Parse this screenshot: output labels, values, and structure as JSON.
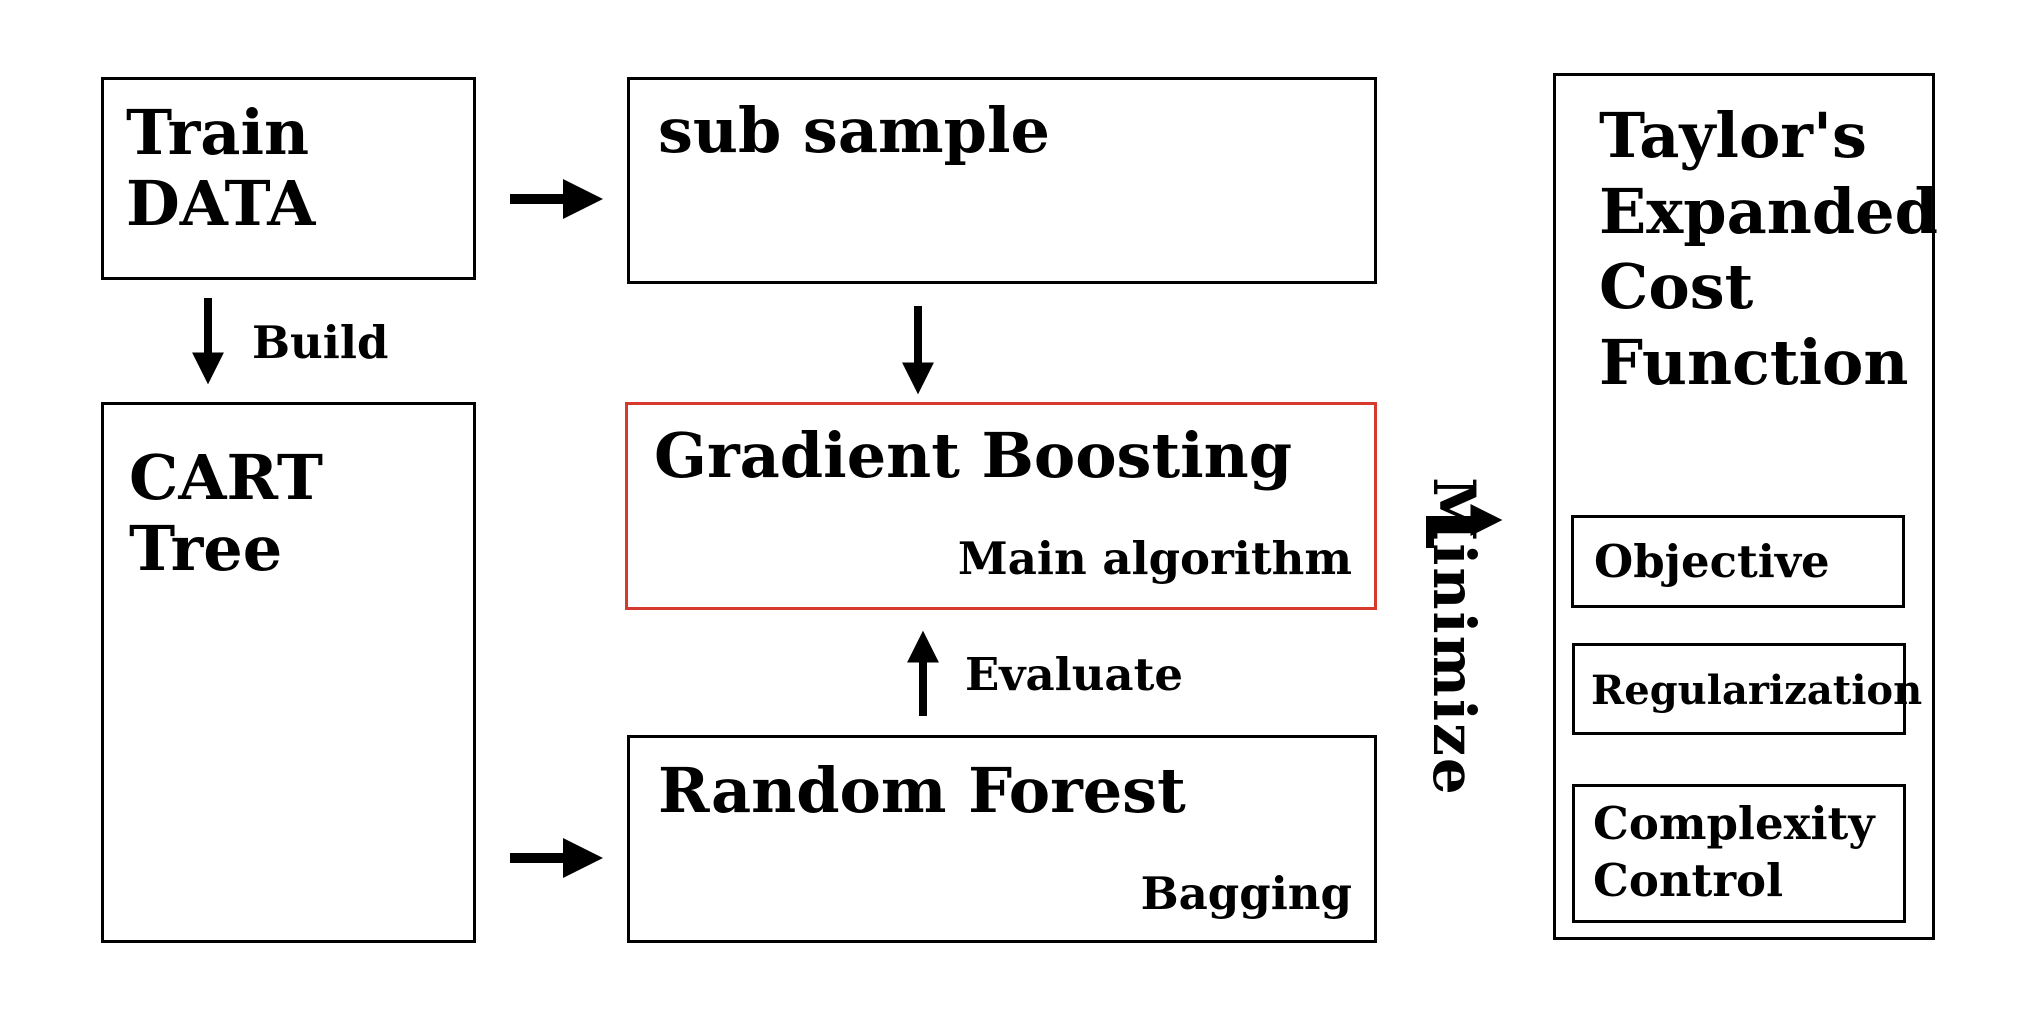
{
  "train_data": {
    "line1": "Train",
    "line2": "DATA"
  },
  "build_label": "Build",
  "cart_tree": {
    "line1": "CART",
    "line2": "Tree"
  },
  "sub_sample": {
    "title": "sub sample"
  },
  "gradient_boosting": {
    "title": "Gradient Boosting",
    "subtitle": "Main algorithm",
    "border_color": "#d63a2c"
  },
  "evaluate_label": "Evaluate",
  "random_forest": {
    "title": "Random Forest",
    "subtitle": "Bagging"
  },
  "minimize_label": "Minimize",
  "taylor": {
    "lines": [
      "Taylor's",
      "Expanded",
      "Cost",
      "Function"
    ],
    "items": [
      "Objective",
      "Regularization",
      "Complexity",
      "Control"
    ]
  }
}
